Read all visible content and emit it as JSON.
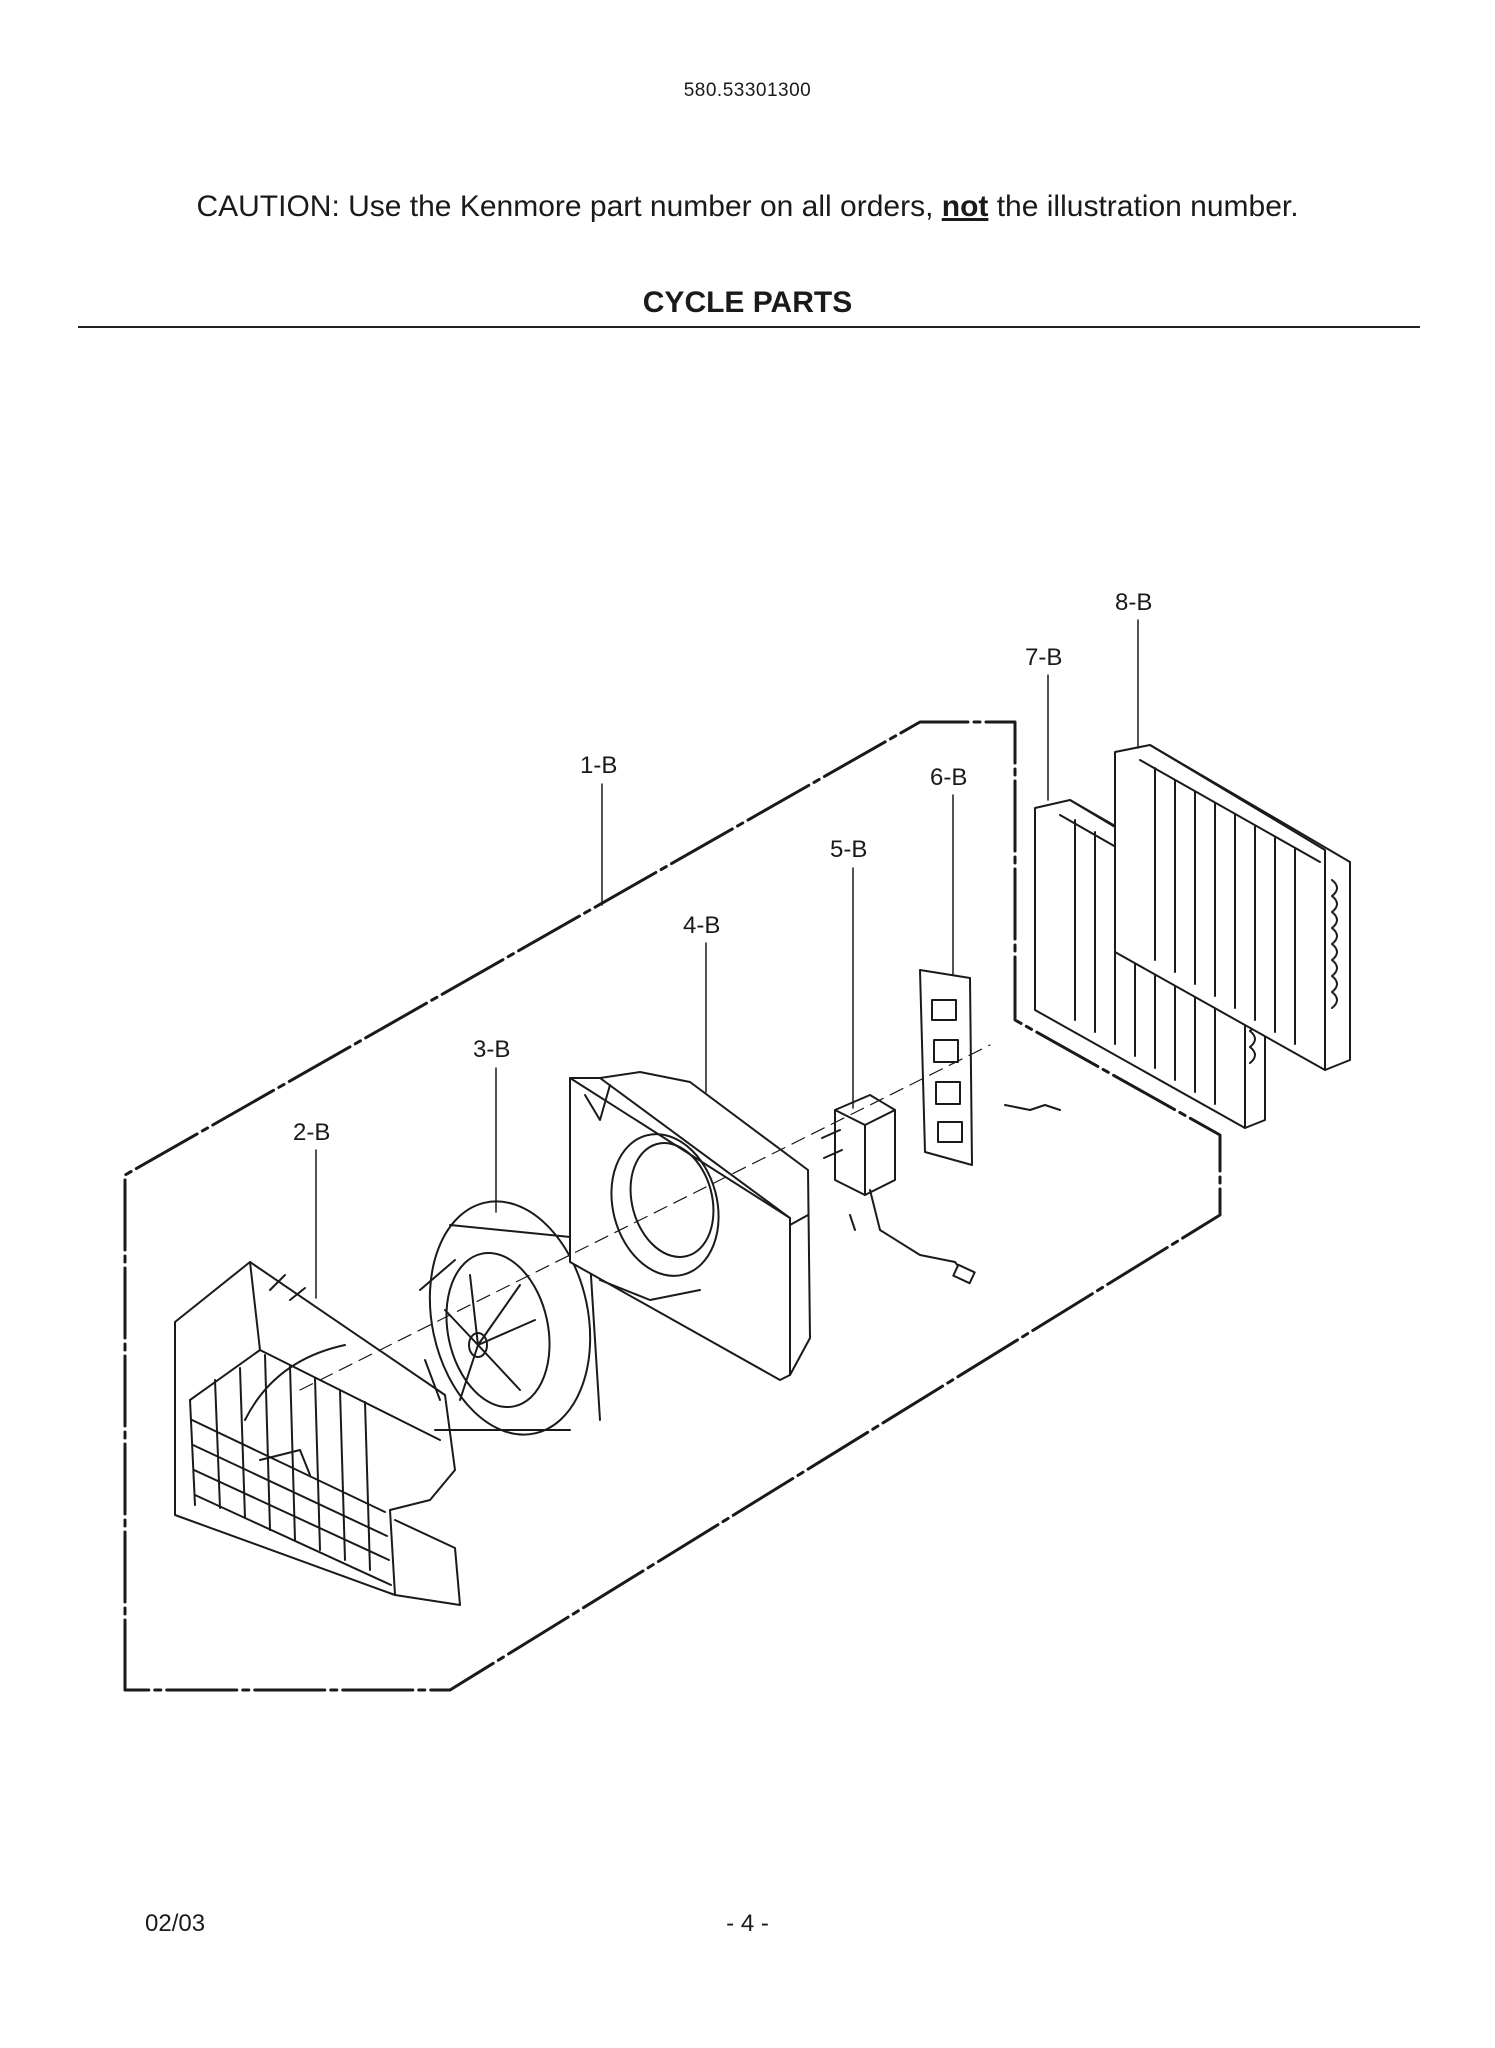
{
  "header": {
    "model_number": "580.53301300",
    "caution": {
      "prefix": "CAUTION: Use the Kenmore part number on all orders, ",
      "emphasis": "not",
      "suffix": " the illustration number."
    },
    "section_title": "CYCLE PARTS"
  },
  "diagram": {
    "callouts": {
      "p1": "1-B",
      "p2": "2-B",
      "p3": "3-B",
      "p4": "4-B",
      "p5": "5-B",
      "p6": "6-B",
      "p7": "7-B",
      "p8": "8-B"
    }
  },
  "footer": {
    "date": "02/03",
    "page": "- 4 -"
  }
}
